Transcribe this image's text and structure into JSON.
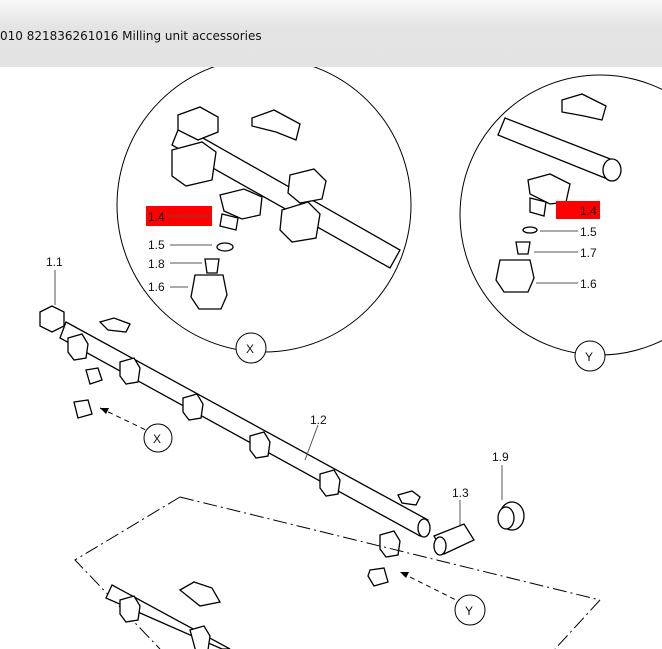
{
  "header": {
    "title": "010 821836261016 Milling unit accessories"
  },
  "colors": {
    "highlight": "#ff0000"
  },
  "diagram": {
    "detail_x": {
      "label": "X",
      "parts": [
        "1.4",
        "1.5",
        "1.8",
        "1.6"
      ]
    },
    "detail_y": {
      "label": "Y",
      "parts": [
        "1.4",
        "1.5",
        "1.7",
        "1.6"
      ]
    },
    "main": {
      "parts": [
        "1.1",
        "1.2",
        "1.3",
        "1.9"
      ],
      "callouts": [
        "X",
        "Y"
      ]
    }
  }
}
